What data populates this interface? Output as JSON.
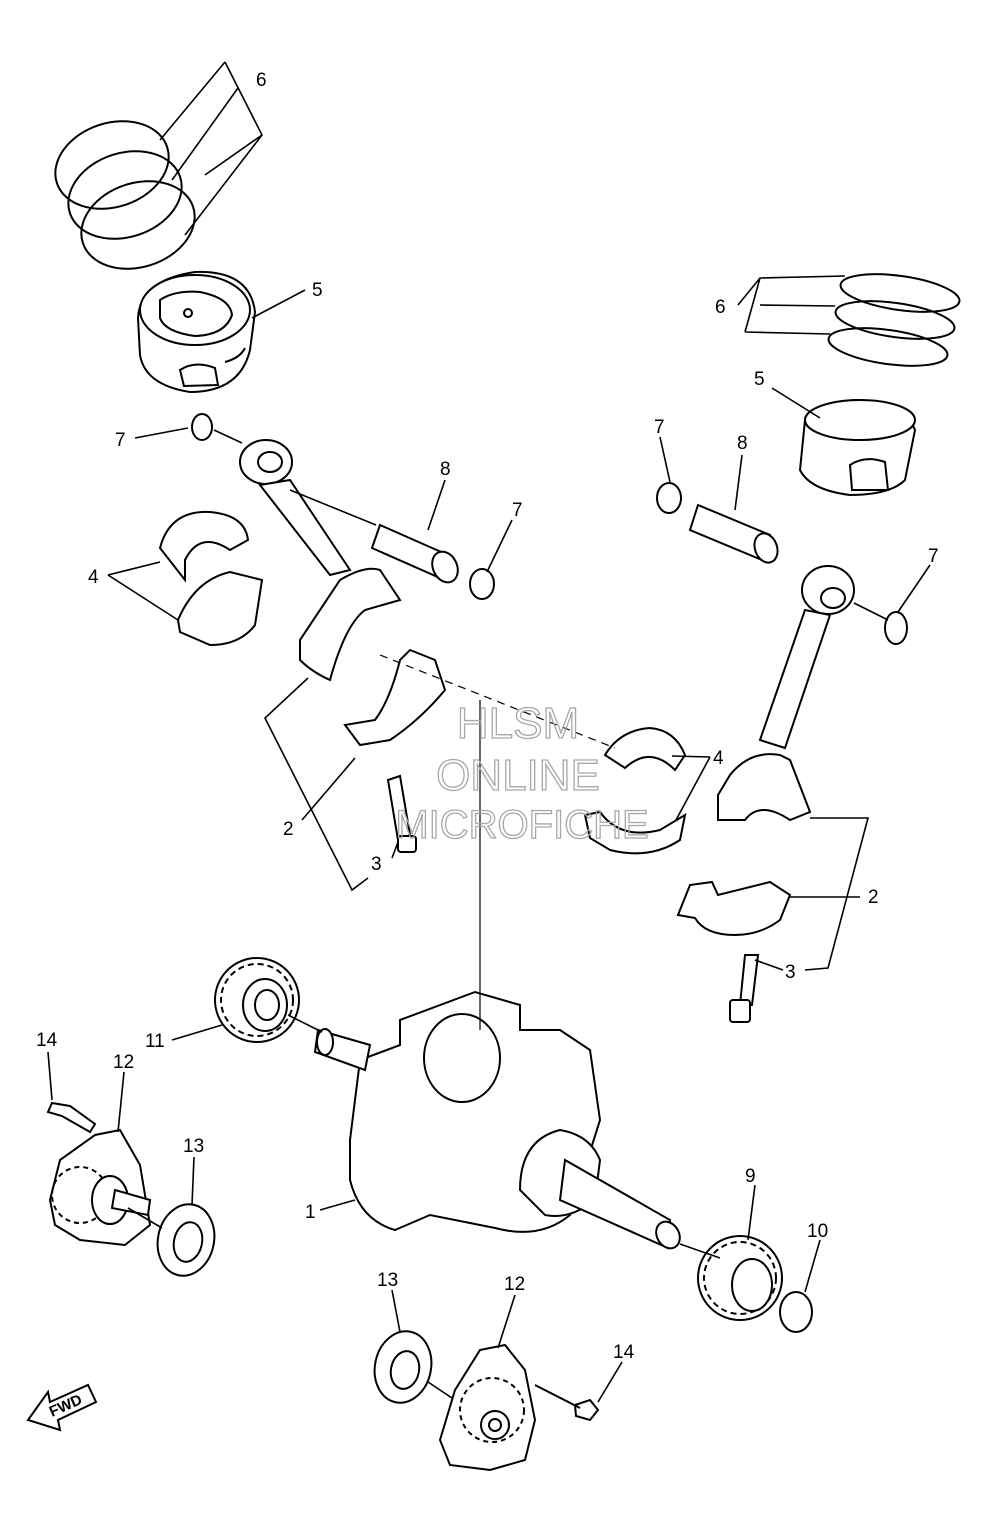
{
  "watermark": {
    "line1": "HLSM",
    "line2": "ONLINE",
    "line3": "MICROFICHE"
  },
  "fwd_label": "FWD",
  "callouts": {
    "c1": "1",
    "c2a": "2",
    "c2b": "2",
    "c3a": "3",
    "c3b": "3",
    "c4a": "4",
    "c4b": "4",
    "c5a": "5",
    "c5b": "5",
    "c6a": "6",
    "c6b": "6",
    "c7a": "7",
    "c7b": "7",
    "c7c": "7",
    "c7d": "7",
    "c8a": "8",
    "c8b": "8",
    "c9": "9",
    "c10": "10",
    "c11": "11",
    "c12a": "12",
    "c12b": "12",
    "c13a": "13",
    "c13b": "13",
    "c14a": "14",
    "c14b": "14"
  }
}
